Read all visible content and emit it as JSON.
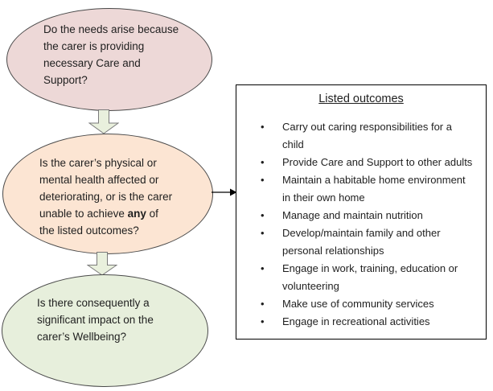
{
  "flowchart": {
    "ellipses": {
      "needs": {
        "text": "Do the needs arise because\nthe carer is providing\nnecessary Care and\nSupport?"
      },
      "health": {
        "text_before": "Is the carer’s physical or\nmental health affected or\ndeteriorating, or is the carer\nunable to achieve ",
        "bold_word": "any",
        "text_after": " of\nthe listed outcomes?"
      },
      "wellbeing": {
        "text": "Is there consequently a\nsignificant impact on the\ncarer’s Wellbeing?"
      }
    },
    "outcomes_box": {
      "title": "Listed outcomes",
      "items": [
        "Carry out caring responsibilities for a\nchild",
        "Provide Care and Support to other adults",
        "Maintain a habitable home environment\nin their own home",
        "Manage and maintain nutrition",
        "Develop/maintain family and other\npersonal relationships",
        "Engage in work, training, education or\nvolunteering",
        "Make use of community services",
        "Engage in recreational activities"
      ],
      "bullet_glyph": "•"
    },
    "colors": {
      "ellipse1_fill": "#edd8d7",
      "ellipse2_fill": "#fce5d3",
      "ellipse3_fill": "#e7efdc",
      "block_arrow_fill": "#e9f0dd",
      "block_arrow_stroke": "#7a7a7a",
      "ellipse_border": "#4a4a4a",
      "box_border": "#000000",
      "connector_color": "#000000",
      "text_color": "#1f1f1f"
    }
  }
}
